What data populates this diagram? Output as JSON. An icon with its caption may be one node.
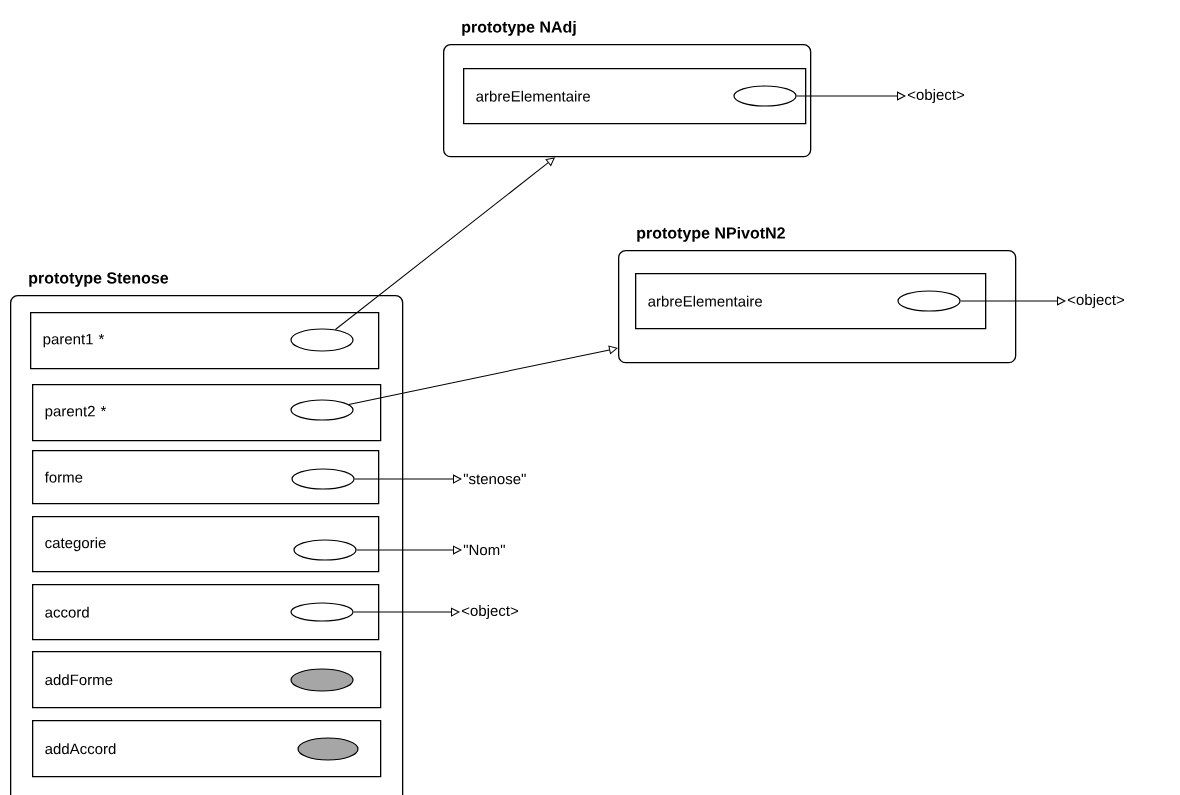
{
  "diagram": {
    "nodes": [
      {
        "text": [
          "prototype NAdj"
        ]
      },
      {
        "text": [
          "arbreElementaire"
        ],
        "in": 0
      },
      {
        "text": [],
        "shape": "ellipse",
        "in": 1
      },
      {
        "text": [
          "<object>"
        ]
      },
      {
        "text": [
          "prototype NPivotN2"
        ]
      },
      {
        "text": [
          "arbreElementaire"
        ],
        "in": 4
      },
      {
        "text": [],
        "shape": "ellipse",
        "in": 5
      },
      {
        "text": [
          "<object>"
        ]
      },
      {
        "text": [
          "prototype Stenose"
        ]
      },
      {
        "text": [
          "parent1 *"
        ],
        "in": 8
      },
      {
        "text": [],
        "shape": "ellipse",
        "in": 9
      },
      {
        "text": [
          "parent2 *"
        ],
        "in": 8
      },
      {
        "text": [],
        "shape": "ellipse",
        "in": 11
      },
      {
        "text": [
          "forme"
        ],
        "in": 8
      },
      {
        "text": [],
        "shape": "ellipse",
        "in": 13
      },
      {
        "text": [
          "categorie"
        ],
        "in": 8
      },
      {
        "text": [],
        "shape": "ellipse",
        "in": 15
      },
      {
        "text": [
          "accord"
        ],
        "in": 8
      },
      {
        "text": [],
        "shape": "ellipse",
        "in": 17
      },
      {
        "text": [
          "addForme"
        ],
        "in": 8
      },
      {
        "text": [],
        "shape": "ellipse",
        "in": 19
      },
      {
        "text": [
          "addAccord"
        ],
        "in": 8
      },
      {
        "text": [],
        "shape": "ellipse",
        "in": 21
      },
      {
        "text": [
          "\"stenose\""
        ]
      },
      {
        "text": [
          "\"Nom\""
        ]
      },
      {
        "text": [
          "<object>"
        ]
      }
    ],
    "edges": [
      {
        "from": 2,
        "to": 3,
        "arrow": "to"
      },
      {
        "from": 6,
        "to": 7,
        "arrow": "to"
      },
      {
        "from": 10,
        "to": 0,
        "arrow": "to"
      },
      {
        "from": 12,
        "to": 4,
        "arrow": "to"
      },
      {
        "from": 14,
        "to": 23,
        "arrow": "to"
      },
      {
        "from": 16,
        "to": 24,
        "arrow": "to"
      },
      {
        "from": 18,
        "to": 25,
        "arrow": "to"
      }
    ]
  }
}
